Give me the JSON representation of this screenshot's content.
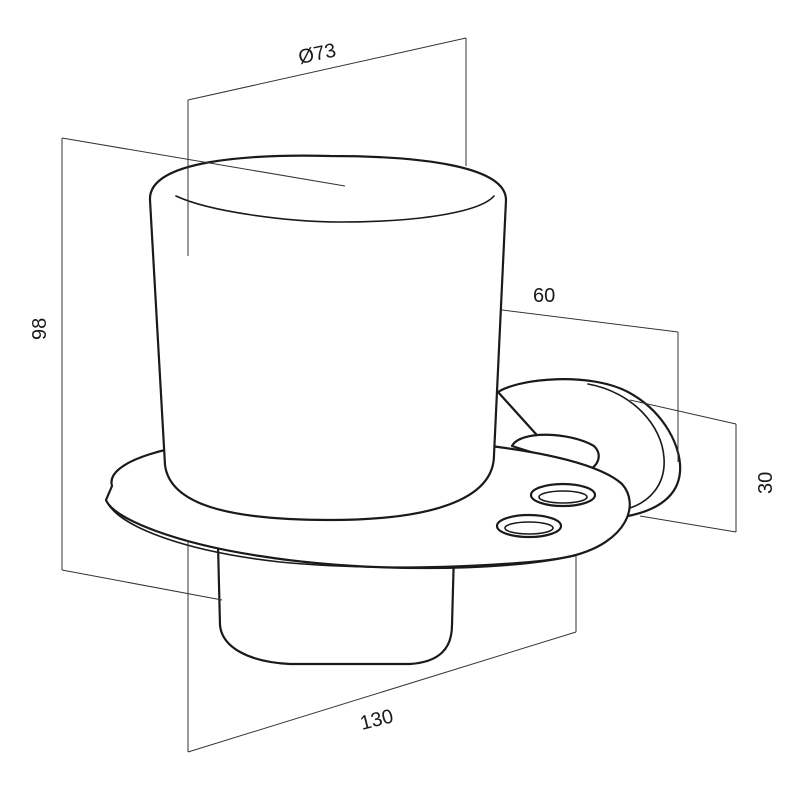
{
  "diagram": {
    "dimensions": {
      "diameter": "Ø73",
      "height": "98",
      "depth": "60",
      "base_height": "30",
      "width": "130"
    },
    "colors": {
      "line": "#1a1a1a",
      "background": "#ffffff"
    }
  }
}
